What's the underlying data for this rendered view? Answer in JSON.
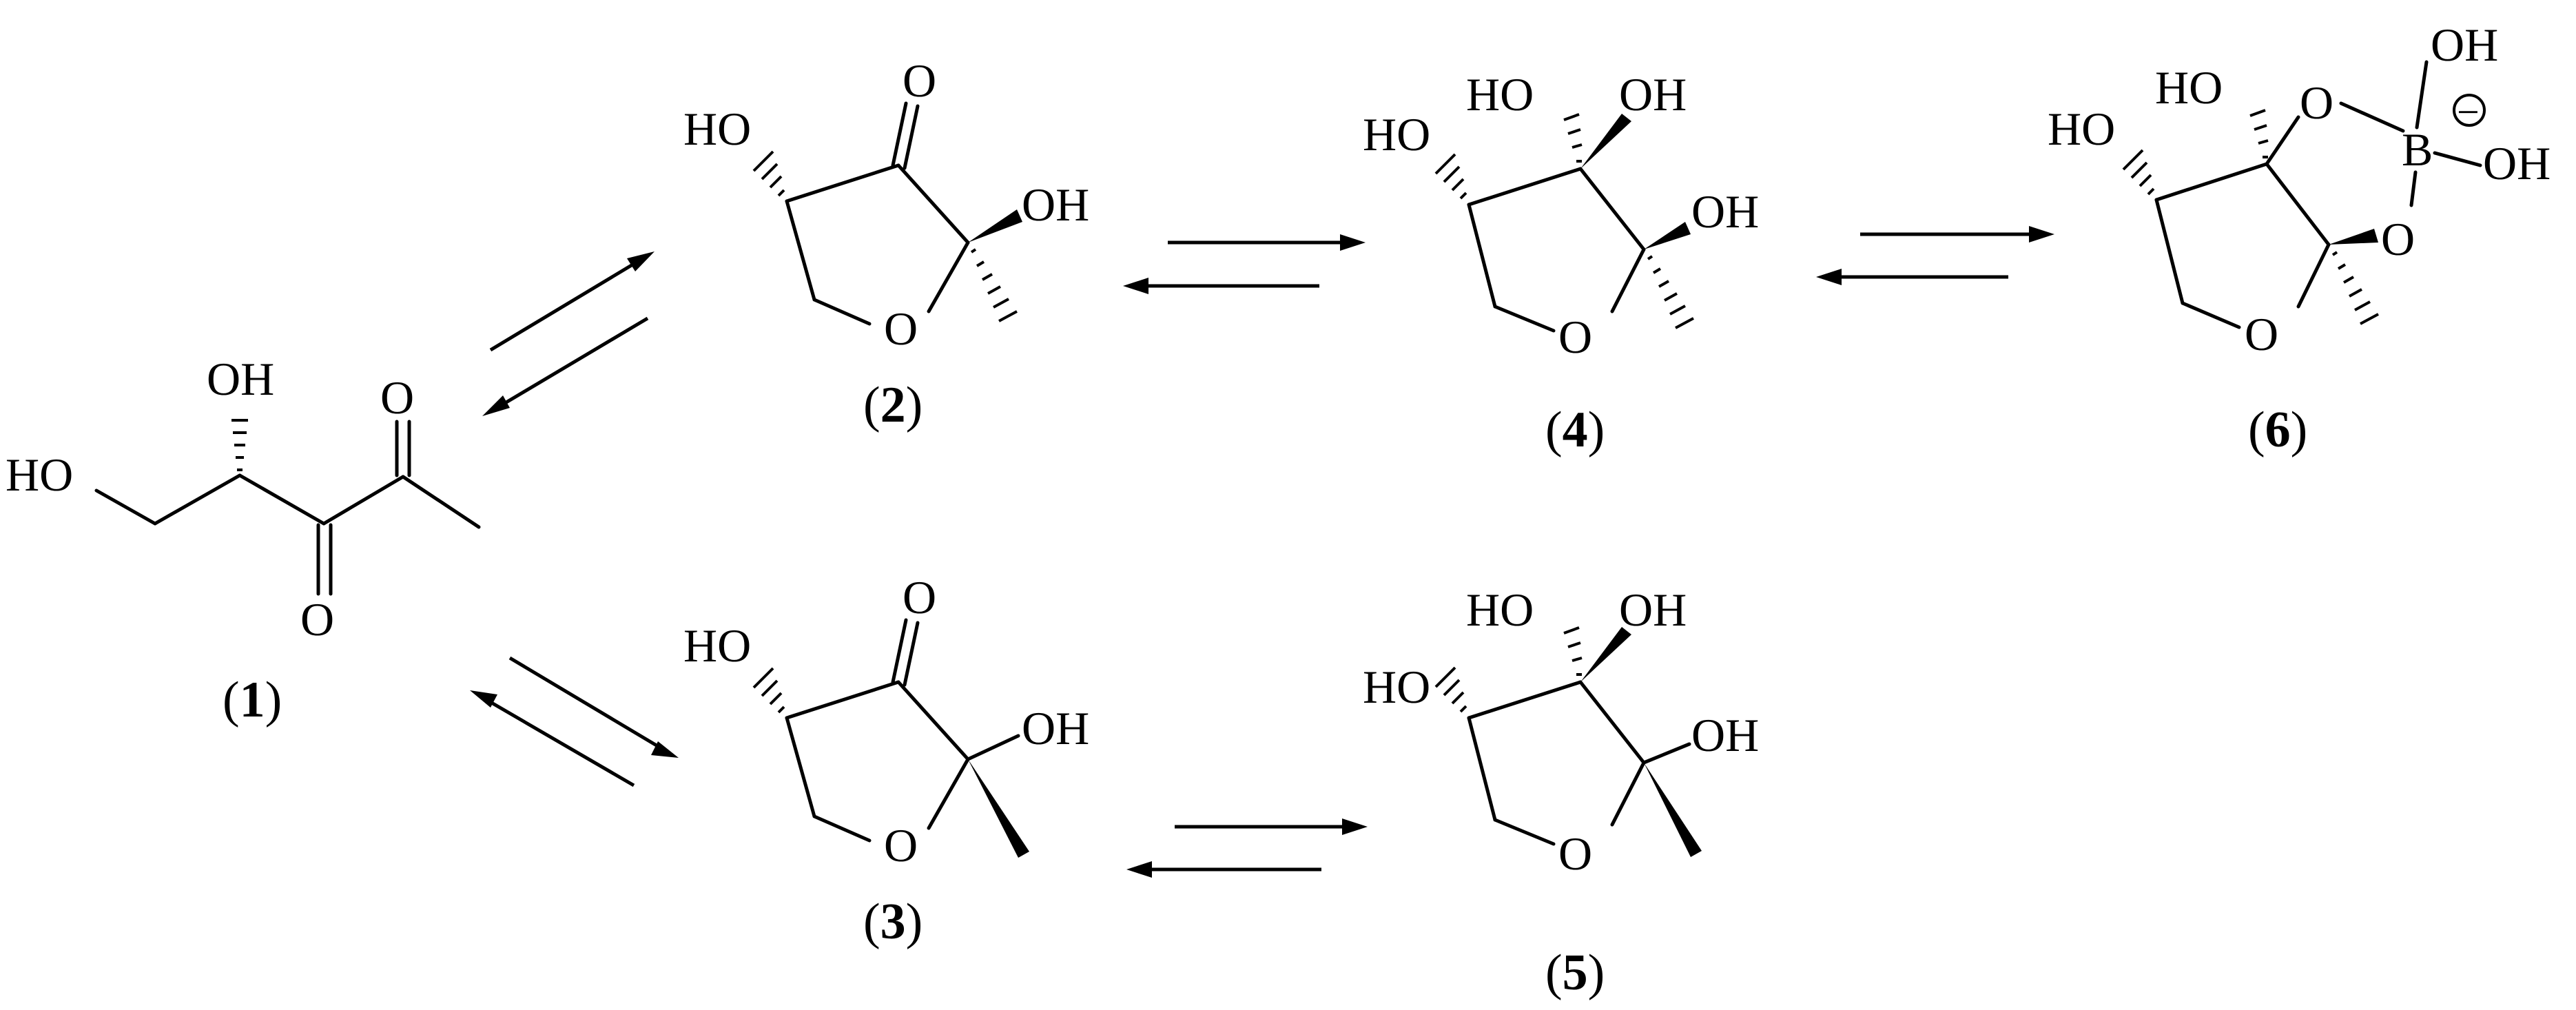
{
  "labels": {
    "oh": "OH",
    "ho": "HO",
    "o": "O",
    "b": "B",
    "charge": "−"
  },
  "compounds": [
    {
      "id": "1",
      "open": "(",
      "num": "1",
      "close": ")"
    },
    {
      "id": "2",
      "open": "(",
      "num": "2",
      "close": ")"
    },
    {
      "id": "3",
      "open": "(",
      "num": "3",
      "close": ")"
    },
    {
      "id": "4",
      "open": "(",
      "num": "4",
      "close": ")"
    },
    {
      "id": "5",
      "open": "(",
      "num": "5",
      "close": ")"
    },
    {
      "id": "6",
      "open": "(",
      "num": "6",
      "close": ")"
    }
  ],
  "equilibria": [
    {
      "from": "1",
      "to": "2"
    },
    {
      "from": "1",
      "to": "3"
    },
    {
      "from": "2",
      "to": "4"
    },
    {
      "from": "3",
      "to": "5"
    },
    {
      "from": "4",
      "to": "6"
    }
  ]
}
